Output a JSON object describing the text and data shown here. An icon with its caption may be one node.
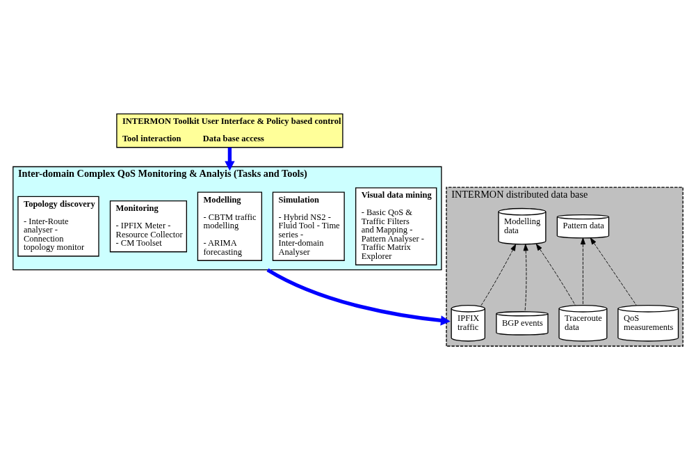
{
  "diagram": {
    "nodes": [
      {
        "text": [
          "INTERMON Toolkit User Interface & Policy based control",
          "Tool interaction          Data base access"
        ]
      },
      {
        "text": [
          "Inter-domain Complex QoS Monitoring & Analyis (Tasks and Tools)"
        ]
      },
      {
        "text": [
          "Topology discovery",
          "- Inter-Route analyser - Connection topology monitor"
        ],
        "in": 1
      },
      {
        "text": [
          "Monitoring",
          "- IPFIX Meter - Resource Collector - CM Toolset"
        ],
        "in": 1
      },
      {
        "text": [
          "Modelling",
          "- CBTM traffic modelling",
          "- ARIMA forecasting"
        ],
        "in": 1
      },
      {
        "text": [
          "Simulation",
          "- Hybrid NS2 - Fluid Tool - Time series - Inter-domain Analyser"
        ],
        "in": 1
      },
      {
        "text": [
          "Visual data mining",
          "- Basic QoS & Traffic Filters and Mapping - Pattern Analyser - Traffic Matrix Explorer"
        ],
        "in": 1
      },
      {
        "text": [
          "INTERMON distributed data base"
        ]
      },
      {
        "text": [
          "Modelling data"
        ],
        "in": 7
      },
      {
        "text": [
          "Pattern data"
        ],
        "in": 7
      },
      {
        "text": [
          "BGP events"
        ],
        "in": 7
      },
      {
        "text": [
          "IPFIX traffic"
        ],
        "in": 7
      },
      {
        "text": [
          "Traceroute data"
        ],
        "in": 7
      },
      {
        "text": [
          "QoS measurements"
        ],
        "in": 7
      }
    ],
    "edges": [
      {
        "from": 0,
        "to": 1,
        "arrow": "to",
        "style": "thick",
        "color": "#0000ff"
      },
      {
        "from": 1,
        "to": 7,
        "arrow": "to",
        "style": "thick",
        "color": "#0000ff"
      },
      {
        "from": 10,
        "to": 8,
        "arrow": "to",
        "style": "dashed"
      },
      {
        "from": 11,
        "to": 8,
        "arrow": "to",
        "style": "dashed"
      },
      {
        "from": 12,
        "to": 8,
        "arrow": "to",
        "style": "dashed"
      },
      {
        "from": 12,
        "to": 9,
        "arrow": "to",
        "style": "dashed"
      },
      {
        "from": 13,
        "to": 9,
        "arrow": "to",
        "style": "dashed"
      }
    ]
  }
}
